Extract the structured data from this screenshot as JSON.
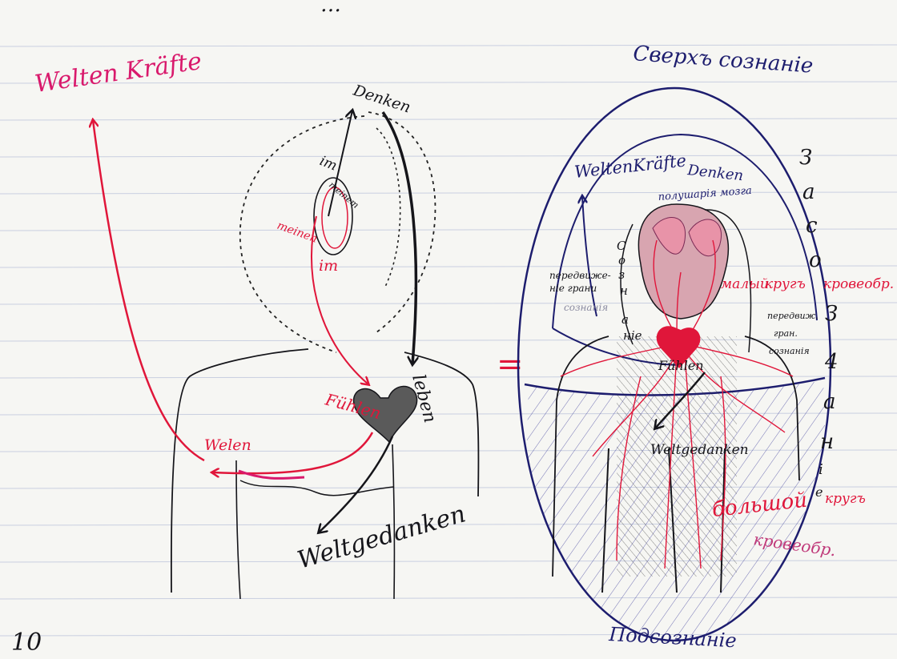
{
  "page": {
    "colors": {
      "paper": "#f6f6f3",
      "rule_line": "#c9cfe0",
      "ink_black": "#15151a",
      "ink_navy": "#1d1d6e",
      "ink_red": "#e0163a",
      "ink_pink": "#d9196c"
    },
    "top_scribble": "…",
    "page_number": "10"
  },
  "left": {
    "welten_kraefte": "Welten Kräfte",
    "denken": "Denken",
    "im_top": "im",
    "meinem": "meinem",
    "meinen": "meinen",
    "im_red": "im",
    "leben": "leben",
    "fuehlen": "Fühlen",
    "welen": "Welen",
    "weltgedanken": "Weltgedanken"
  },
  "equals": "=",
  "right": {
    "top_label": "Сверхъ сознанiе",
    "bottom_label": "Подсознанiе",
    "weltenkraefte": "WeltenKräfte",
    "denken": "Denken",
    "hemispheres": "полушарiя мозга",
    "left_note_1": "передвиже-",
    "left_note_2": "нiе грани",
    "left_note_3": "сознанiя",
    "vertical_soznanie": [
      "С",
      "о",
      "з",
      "н",
      "а",
      "нiе"
    ],
    "small_circle_1": "малый",
    "small_circle_2": "кругъ",
    "right_note_1": "передвиж.",
    "right_note_2": "гран.",
    "right_note_3": "сознанiя",
    "fuehlen": "Fühlen",
    "weltgedanken": "Weltgedanken",
    "big_circle_1": "большой",
    "big_circle_2": "кругъ",
    "blood_circ_1": "кровеобр.",
    "blood_circ_2": "кровеобр.",
    "vertical_zasoznanie_1": [
      "З",
      "а",
      "с",
      "о"
    ],
    "vertical_zasoznanie_2": [
      "З",
      "4",
      "а",
      "н",
      "i",
      "е"
    ]
  }
}
